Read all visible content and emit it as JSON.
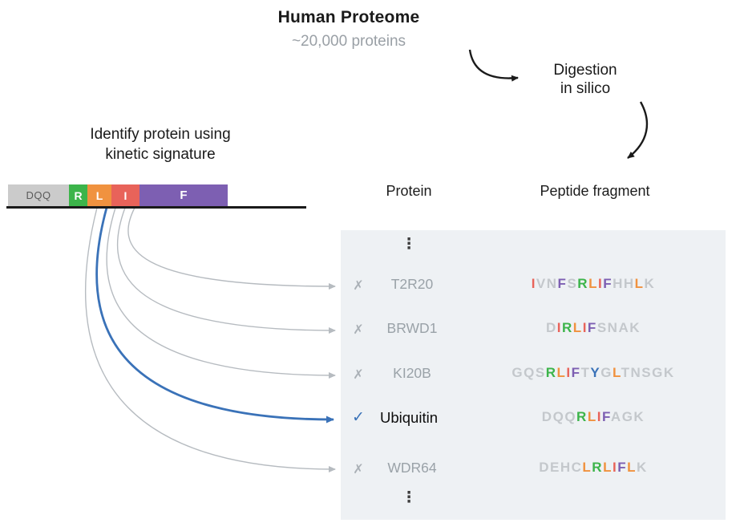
{
  "palette": {
    "green": "#3cb44a",
    "orange": "#f0923f",
    "salmon": "#e8635a",
    "purple": "#7d5fb2",
    "blue": "#3a72b8",
    "gray_letter": "#c4c8cc",
    "name_gray": "#9aa2a8",
    "table_bg": "#eef1f4",
    "arrow_gray": "#b6bbc0",
    "arrow_black": "#1a1a1a"
  },
  "residue_colors": {
    "R": "green",
    "L": "orange",
    "I": "salmon",
    "F": "purple",
    "Y": "blue"
  },
  "top": {
    "proteome_title": "Human Proteome",
    "proteome_subtitle": "~20,000 proteins",
    "digestion_line1": "Digestion",
    "digestion_line2": "in silico"
  },
  "signature": {
    "caption_line1": "Identify protein using",
    "caption_line2": "kinetic signature",
    "segments": [
      {
        "label": "DQQ",
        "color": "#cbcbcb"
      },
      {
        "label": "R",
        "color": "#3cb44a"
      },
      {
        "label": "L",
        "color": "#f0923f"
      },
      {
        "label": "I",
        "color": "#e8635a"
      },
      {
        "label": "F",
        "color": "#7d5fb2"
      }
    ]
  },
  "table": {
    "header_protein": "Protein",
    "header_peptide": "Peptide fragment",
    "ellipsis": "⋮",
    "rows": [
      {
        "mark": "✗",
        "match": false,
        "protein": "T2R20",
        "peptide": "IVNFSRLIFHHLK"
      },
      {
        "mark": "✗",
        "match": false,
        "protein": "BRWD1",
        "peptide": "DIRLIFSNAK"
      },
      {
        "mark": "✗",
        "match": false,
        "protein": "KI20B",
        "peptide": "GQSRLIFTYGLTNSGK"
      },
      {
        "mark": "✓",
        "match": true,
        "protein": "Ubiquitin",
        "peptide": "DQQRLIFAGK"
      },
      {
        "mark": "✗",
        "match": false,
        "protein": "WDR64",
        "peptide": "DEHCLRLIFLK"
      }
    ]
  }
}
